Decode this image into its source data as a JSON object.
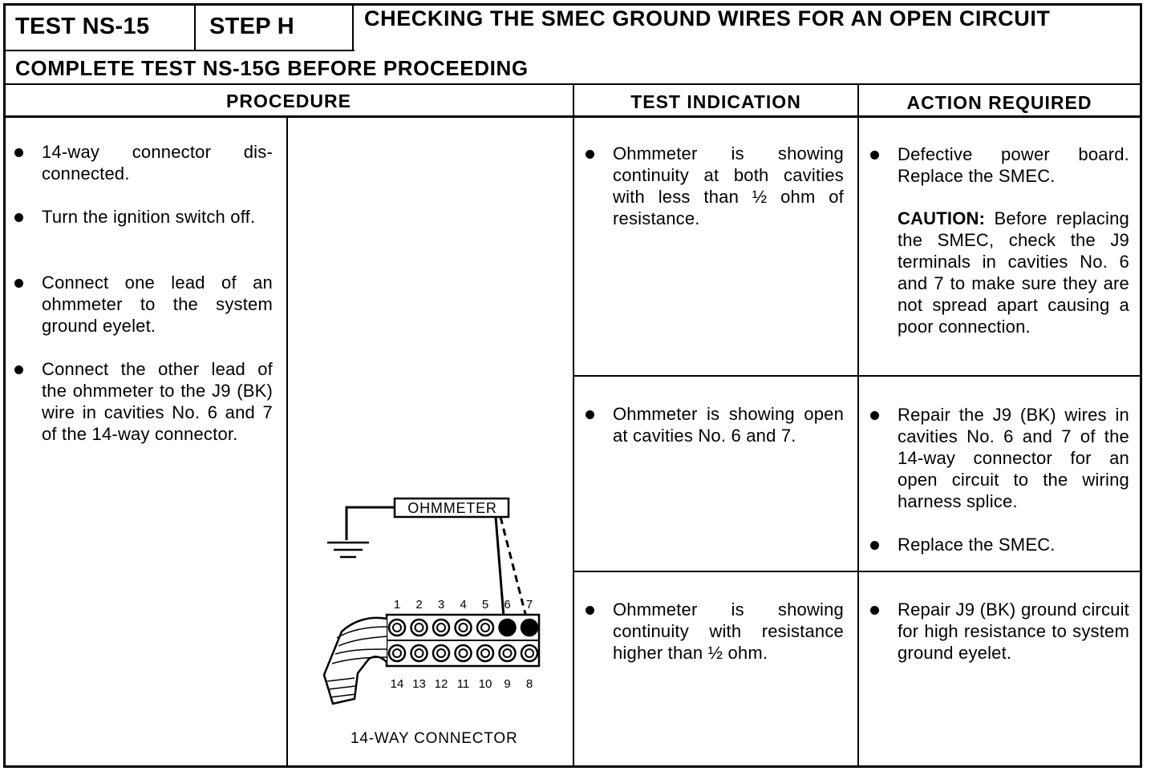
{
  "header": {
    "test_label": "TEST NS-15",
    "step_label": "STEP H",
    "title": "CHECKING THE SMEC GROUND WIRES FOR AN OPEN CIRCUIT",
    "prerequisite": "COMPLETE TEST NS-15G BEFORE PROCEEDING"
  },
  "columns": {
    "procedure": "PROCEDURE",
    "indication": "TEST INDICATION",
    "action": "ACTION REQUIRED"
  },
  "procedure_steps": [
    "14-way connector dis-connected.",
    "Turn the ignition switch off.",
    "Connect one lead of an ohmmeter to the system ground eyelet.",
    "Connect the other lead of the ohmmeter to the J9 (BK) wire in cavities No. 6 and 7 of the 14-way connector."
  ],
  "diagram": {
    "meter_label": "OHMMETER",
    "caption": "14-WAY CONNECTOR",
    "top_row_numbers": [
      "1",
      "2",
      "3",
      "4",
      "5",
      "6",
      "7"
    ],
    "bottom_row_numbers": [
      "14",
      "13",
      "12",
      "11",
      "10",
      "9",
      "8"
    ],
    "highlighted_cavities": [
      6,
      7
    ]
  },
  "rows": [
    {
      "indication": "Ohmmeter is showing continuity at both cavities with less than ½ ohm of resistance.",
      "action": "Defective power board. Replace the SMEC.",
      "caution_label": "CAUTION:",
      "caution_text": "Before replacing the SMEC, check the J9 terminals in cavities No. 6 and 7 to make sure they are not spread apart causing a poor connection."
    },
    {
      "indication": "Ohmmeter is showing open at cavities No. 6 and 7.",
      "action": "Repair the J9 (BK) wires in cavities No. 6 and 7 of the 14-way connector for an open circuit to the wiring harness splice.",
      "action2": "Replace the SMEC."
    },
    {
      "indication": "Ohmmeter is showing continuity with resistance higher than ½ ohm.",
      "action": "Repair J9 (BK) ground circuit for high resistance to system ground eyelet."
    }
  ]
}
